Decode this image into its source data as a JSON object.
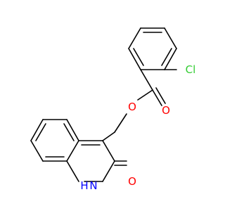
{
  "molecule": {
    "atoms": {
      "cl": {
        "label": "Cl",
        "color": "#33cc33"
      },
      "o_ester": {
        "label": "O",
        "color": "#ff0000"
      },
      "o_carbonyl": {
        "label": "O",
        "color": "#ff0000"
      },
      "o_lactam": {
        "label": "O",
        "color": "#ff0000"
      },
      "nh": {
        "label": "N",
        "h_label": "H",
        "color": "#0000ff"
      }
    },
    "bond_color": "#000000"
  }
}
